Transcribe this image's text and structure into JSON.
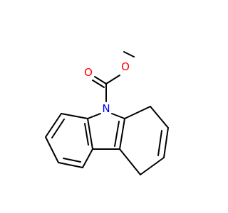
{
  "molecule": {
    "atoms": [
      {
        "id": "o_methoxy",
        "label": "O",
        "color": "#ff0000"
      },
      {
        "id": "o_carbonyl",
        "label": "O",
        "color": "#ff0000"
      },
      {
        "id": "n_ring",
        "label": "N",
        "color": "#0000ff"
      }
    ],
    "bond_color": "#000000",
    "background": "#ffffff"
  }
}
